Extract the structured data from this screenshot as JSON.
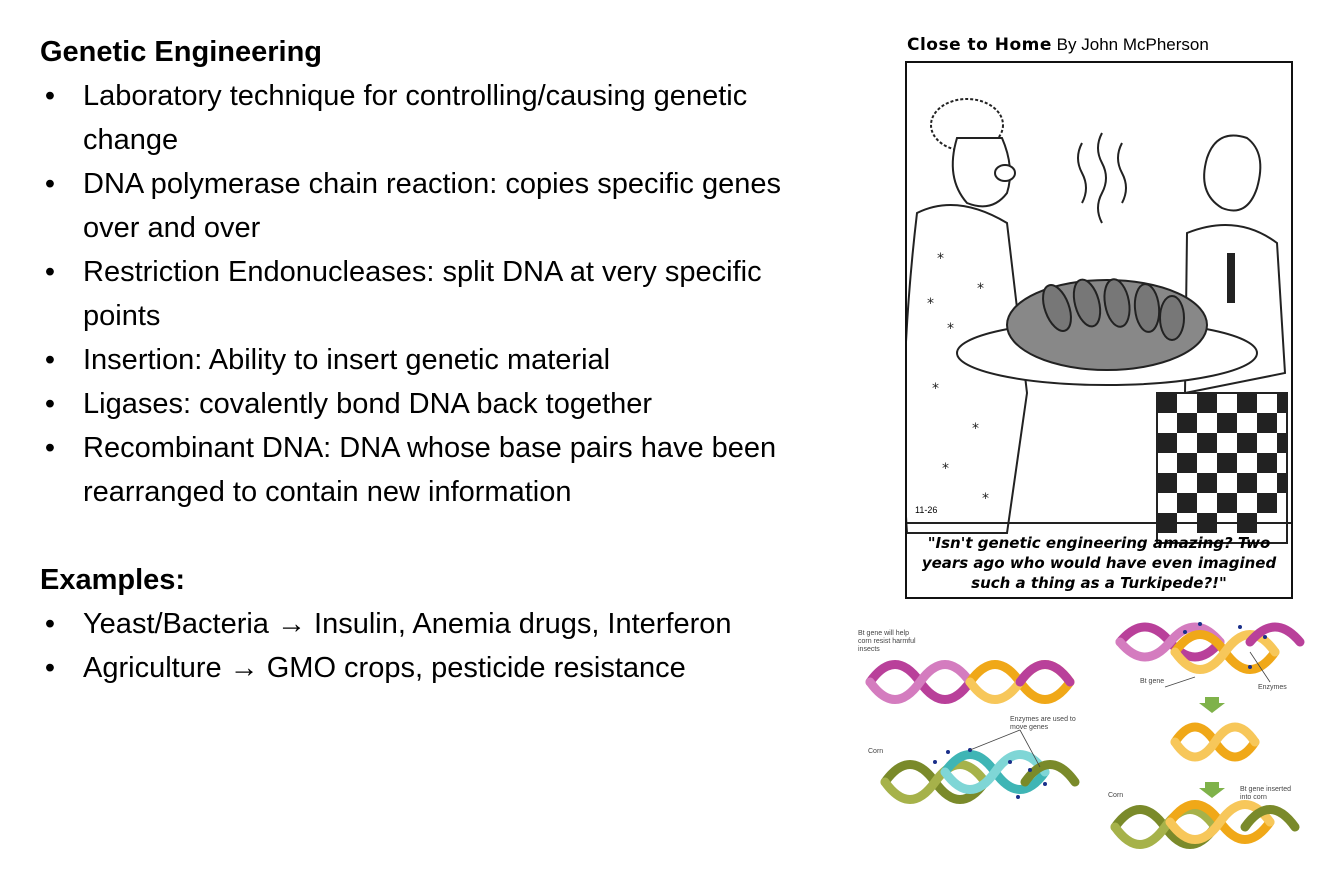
{
  "main": {
    "title": "Genetic Engineering",
    "bullets": [
      "Laboratory technique for controlling/causing genetic change",
      "DNA polymerase chain reaction: copies specific genes over and over",
      "Restriction Endonucleases: split DNA at very specific points",
      "Insertion: Ability to insert genetic material",
      "Ligases: covalently bond DNA back together",
      "Recombinant DNA: DNA whose base pairs have been rearranged to contain new information"
    ],
    "bullet_glyph": "•"
  },
  "examples": {
    "title": "Examples:",
    "bullets": [
      "Yeast/Bacteria → Insulin, Anemia drugs, Interferon",
      "Agriculture → GMO crops, pesticide resistance"
    ]
  },
  "cartoon": {
    "strip_name": "Close to Home",
    "byline": "By John McPherson",
    "date": "11-26",
    "caption": "\"Isn't genetic engineering amazing? Two years ago who would have even imagined such a thing as a Turkipede?!\""
  },
  "diagram": {
    "labels": {
      "bt_gene_note": "Bt gene will help corn resist harmful insects",
      "enzymes_move": "Enzymes are used to move genes",
      "corn_left": "Corn",
      "bt_gene": "Bt gene",
      "enzymes": "Enzymes",
      "corn_right": "Corn",
      "bt_inserted": "Bt gene inserted into corn"
    },
    "colors": {
      "bt_strand": "#b9409a",
      "gene_strand": "#f0a818",
      "corn_strand": "#7a8a2a",
      "enzyme_strand": "#3fb5b5",
      "enzyme_dot": "#1a2f8a",
      "arrow": "#7fb24a"
    }
  }
}
